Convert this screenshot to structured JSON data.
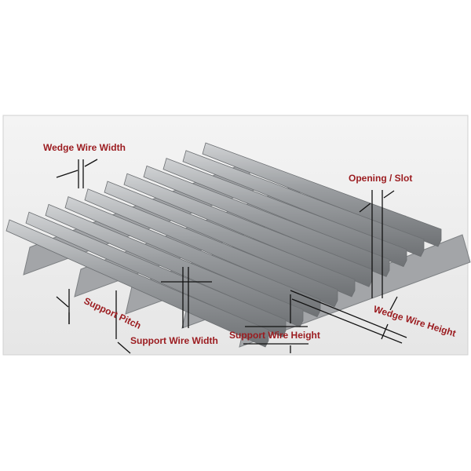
{
  "diagram": {
    "labels": {
      "wedge_wire_width": "Wedge Wire Width",
      "opening_slot": "Opening / Slot",
      "support_pitch": "Support Pitch",
      "support_wire_width": "Support Wire Width",
      "support_wire_height": "Support Wire Height",
      "wedge_wire_height": "Wedge Wire Height"
    },
    "colors": {
      "label": "#9b1b1f",
      "wire": "#8f9294",
      "wire_light": "#c3c5c7",
      "support": "#a7a9ab"
    }
  }
}
